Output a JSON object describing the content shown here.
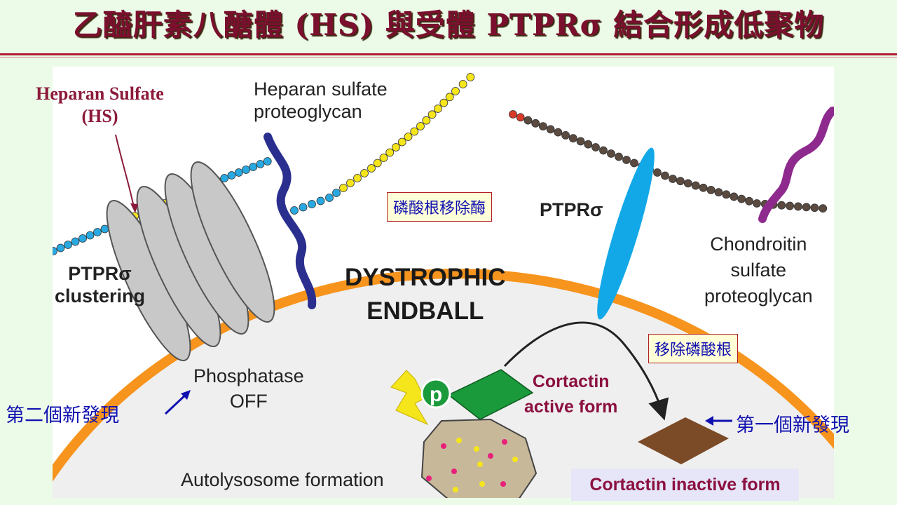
{
  "title": "乙醯肝素八醣體 (HS) 與受體 PTPRσ 結合形成低聚物",
  "labels": {
    "heparan_sulfate_line1": "Heparan Sulfate",
    "heparan_sulfate_line2": "(HS)",
    "hspg_line1": "Heparan sulfate",
    "hspg_line2": "proteoglycan",
    "clustering_line1": "PTPRσ",
    "clustering_line2": "clustering",
    "endball_line1": "DYSTROPHIC",
    "endball_line2": "ENDBALL",
    "phosphatase_box": "磷酸根移除酶",
    "ptpr": "PTPRσ",
    "cspg_line1": "Chondroitin",
    "cspg_line2": "sulfate",
    "cspg_line3": "proteoglycan",
    "dephos_box": "移除磷酸根",
    "phosphatase_off_line1": "Phosphatase",
    "phosphatase_off_line2": "OFF",
    "second_discovery": "第二個新發現",
    "first_discovery": "第一個新發現",
    "cortactin_active_line1": "Cortactin",
    "cortactin_active_line2": "active form",
    "autolysosome": "Autolysosome formation",
    "cortactin_inactive": "Cortactin inactive form",
    "phospho": "p"
  },
  "colors": {
    "title": "#7a0f2e",
    "membrane": "#f7941d",
    "cell": "#efefef",
    "ptpr": "#12a8e8",
    "hspg": "#2a2f8f",
    "cspg": "#8e2a8e",
    "active": "#1a9a3a",
    "inactive": "#7b4a26",
    "annotation": "#1010b0"
  }
}
